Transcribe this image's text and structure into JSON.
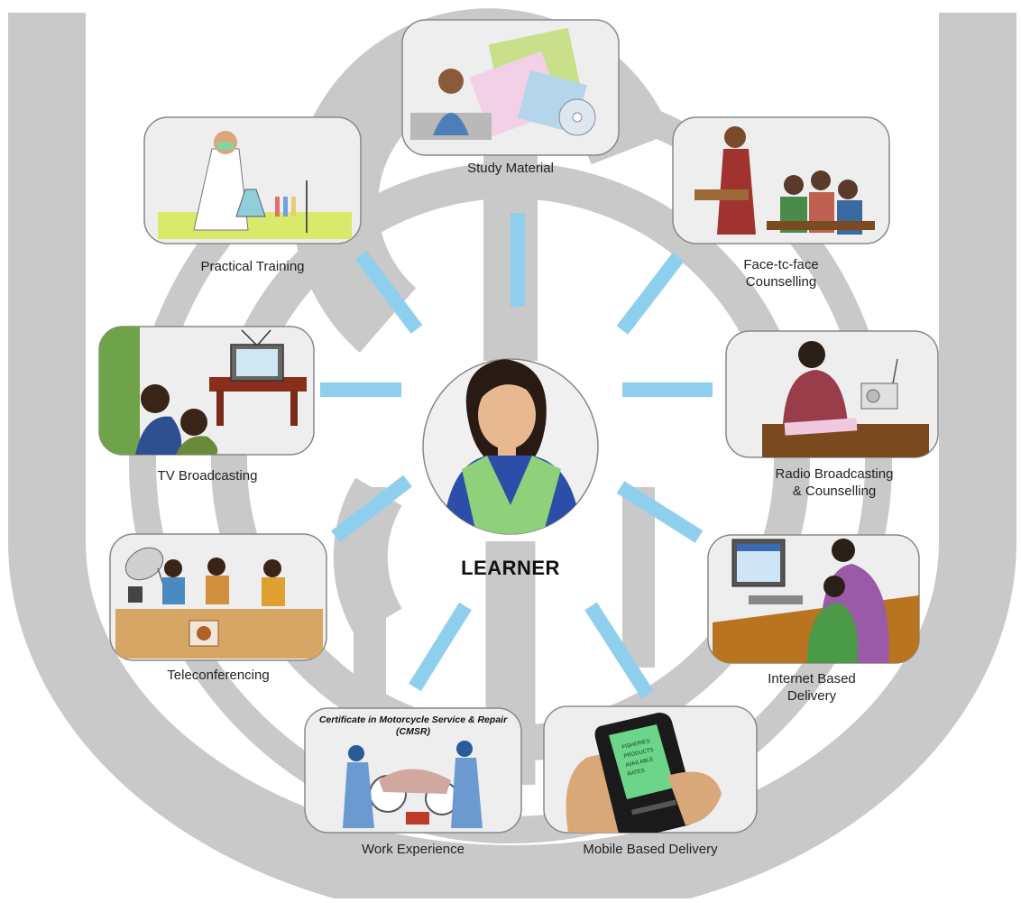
{
  "center": {
    "label": "LEARNER"
  },
  "nodes": [
    {
      "id": "study-material",
      "label": "Study Material"
    },
    {
      "id": "practical-training",
      "label": "Practical Training"
    },
    {
      "id": "face-to-face",
      "label": "Face-tc-face\nCounselling"
    },
    {
      "id": "tv-broadcasting",
      "label": "TV Broadcasting"
    },
    {
      "id": "radio-broadcasting",
      "label": "Radio Broadcasting\n& Counselling"
    },
    {
      "id": "teleconferencing",
      "label": "Teleconferencing"
    },
    {
      "id": "internet-delivery",
      "label": "Internet Based\nDelivery"
    },
    {
      "id": "work-experience",
      "label": "Work Experience"
    },
    {
      "id": "mobile-delivery",
      "label": "Mobile Based Delivery"
    }
  ],
  "work_experience": {
    "certificate_title": "Certificate in Motorcycle Service & Repair\n(CMSR)"
  },
  "colors": {
    "background_logo": "#c9c9c9",
    "arrow": "#8fcfee",
    "frame_fill": "#ededed",
    "frame_stroke": "#888888"
  },
  "icons": [
    "pupil-icon",
    "tv-icon",
    "radio-icon",
    "computer-icon",
    "mobile-phone-icon",
    "satellite-dish-icon",
    "lab-flask-icon",
    "books-icon",
    "motorcycle-icon"
  ]
}
